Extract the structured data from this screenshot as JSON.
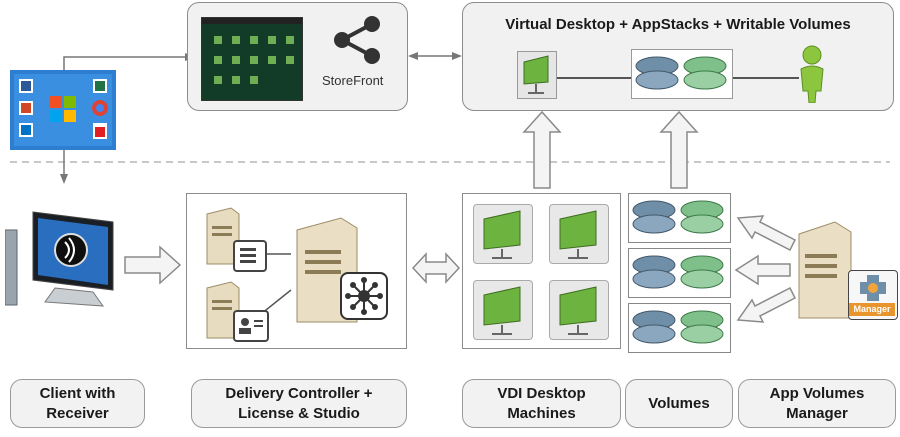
{
  "storefront": {
    "label": "StoreFront"
  },
  "virtual_desktop": {
    "title": "Virtual Desktop + AppStacks + Writable Volumes"
  },
  "manager_badge": {
    "label": "Manager"
  },
  "labels": {
    "client": "Client with\nReceiver",
    "delivery": "Delivery Controller +\nLicense & Studio",
    "vdi": "VDI Desktop\nMachines",
    "volumes": "Volumes",
    "app_volumes": "App Volumes\nManager"
  },
  "colors": {
    "accent_green": "#7ac143",
    "monitor_green": "#6cb33f",
    "disk_blue": "#6f8fa8",
    "disk_green": "#7fbf8a",
    "user_green": "#8cc63f",
    "manager_orange": "#f2a33a"
  },
  "icons": [
    "windows-tile-icon",
    "share-icon",
    "monitor-icon",
    "disk-stack-icon",
    "user-icon",
    "server-icon",
    "receiver-icon",
    "hub-icon",
    "document-icon",
    "id-card-icon",
    "manager-icon"
  ]
}
